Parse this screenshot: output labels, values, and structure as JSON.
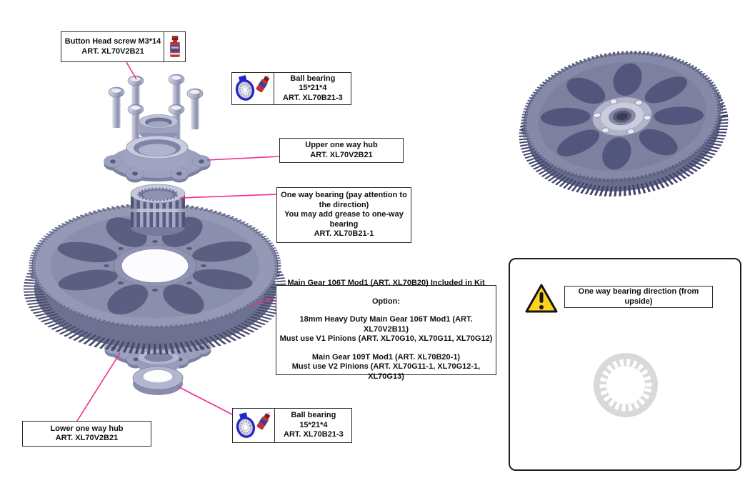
{
  "document": {
    "type": "assembly-instruction-diagram",
    "subject": "Main gear one-way bearing assembly"
  },
  "callouts": {
    "button_head_screw": {
      "lines": [
        "Button Head screw M3*14",
        "ART. XL70V2B21"
      ],
      "icon": "loctite-bottle-icon"
    },
    "ball_bearing_top": {
      "lines": [
        "Ball bearing",
        "15*21*4",
        "ART. XL70B21-3"
      ],
      "icons": [
        "ball-bearing-icon",
        "glue-bottle-icon"
      ]
    },
    "upper_one_way_hub": {
      "lines": [
        "Upper one way hub",
        "ART. XL70V2B21"
      ]
    },
    "one_way_bearing": {
      "lines": [
        "One way bearing (pay attention to the direction)",
        "You may add grease to one-way bearing",
        "ART. XL70B21-1"
      ]
    },
    "main_gear": {
      "lines": [
        "Main Gear 106T Mod1 (ART. XL70B20) Included in Kit",
        "Option:",
        "18mm Heavy Duty Main Gear 106T Mod1 (ART. XL70V2B11)",
        "Must use V1 Pinions (ART. XL70G10, XL70G11, XL70G12)",
        "Main Gear 109T Mod1 (ART. XL70B20-1)",
        "Must use V2 Pinions (ART. XL70G11-1, XL70G12-1, XL70G13)"
      ]
    },
    "lower_one_way_hub": {
      "lines": [
        "Lower one way hub",
        "ART. XL70V2B21"
      ]
    },
    "ball_bearing_bottom": {
      "lines": [
        "Ball bearing",
        "15*21*4",
        "ART. XL70B21-3"
      ],
      "icons": [
        "ball-bearing-icon",
        "glue-bottle-icon"
      ]
    },
    "direction_note": {
      "text": "One way bearing direction (from upside)",
      "icon": "warning-icon"
    }
  },
  "illustrations": {
    "exploded_view": "exploded main gear stack: 6 button head screws, spacer ring, upper one way hub, one way bearing cage, main gear, lower one way hub, ball bearing",
    "assembled_gear": "assembled main gear with hub and six screws",
    "sprag_diagram": "one-way bearing sprag ring seen from upside"
  },
  "colors": {
    "leader_line": "#ee2d8e",
    "warning_yellow": "#ffd21c",
    "part_lavender": "#a9acc8",
    "part_shadow": "#5b5e80",
    "gear_face": "#9296b4",
    "assembled_gear_face": "#868aa8",
    "bearing_blue": "#2326cf",
    "loctite_red": "#bf3431",
    "loctite_label_blue": "#2b3fb0",
    "sprag_gray": "#d9d9d9",
    "box_border": "#2b2b2b"
  }
}
